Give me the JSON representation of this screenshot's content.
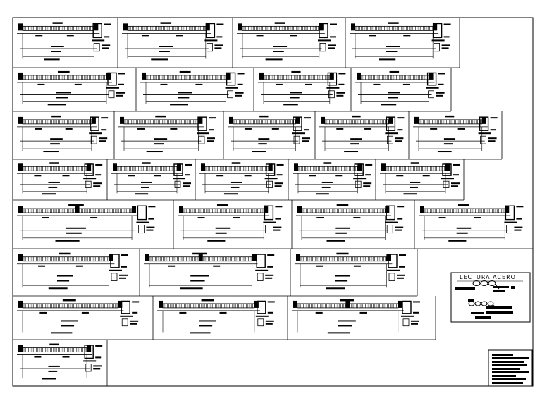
{
  "sheet": {
    "legend": {
      "title": "LECTURA ACERO"
    }
  },
  "beam_rows": [
    {
      "panels": 4
    },
    {
      "panels": 4
    },
    {
      "panels": 5
    },
    {
      "panels": 5
    },
    {
      "panels": 4
    },
    {
      "panels": 3
    },
    {
      "panels": 3
    },
    {
      "panels": 1
    }
  ]
}
